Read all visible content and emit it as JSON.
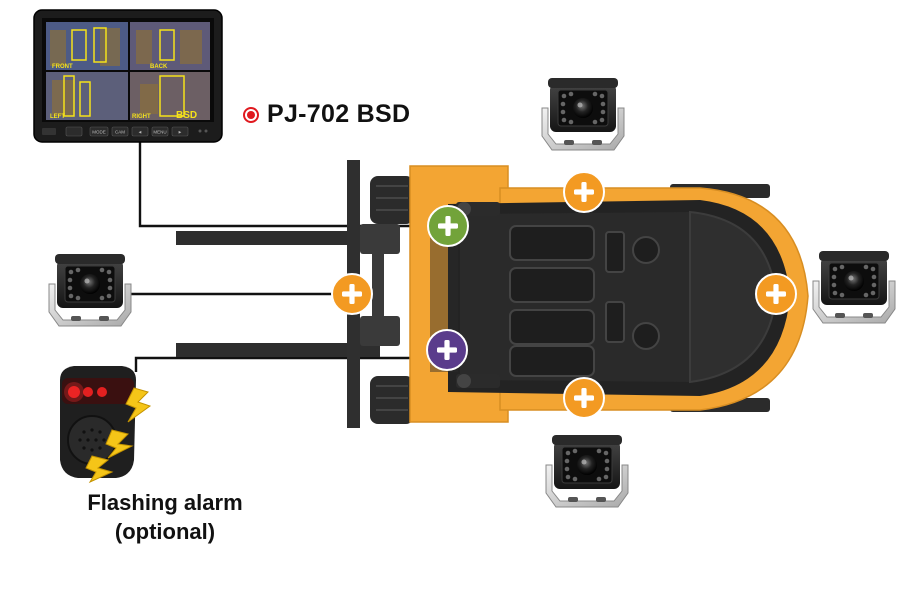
{
  "product": {
    "name": "PJ-702 BSD"
  },
  "monitor": {
    "view_labels": [
      "FRONT",
      "BACK",
      "LEFT",
      "RIGHT"
    ],
    "overlay_label": "BSD",
    "buttons": [
      "MODE",
      "CAM",
      "◄",
      "MENU",
      "►"
    ]
  },
  "alarm": {
    "line1": "Flashing alarm",
    "line2": "(optional)"
  },
  "colors": {
    "forklift_body": "#f3a533",
    "mount_camera": "#f39a22",
    "mount_monitor": "#72a33a",
    "mount_alarm": "#5a3c8c",
    "alarm_led": "#e32020",
    "title_dot": "#e0191f"
  }
}
